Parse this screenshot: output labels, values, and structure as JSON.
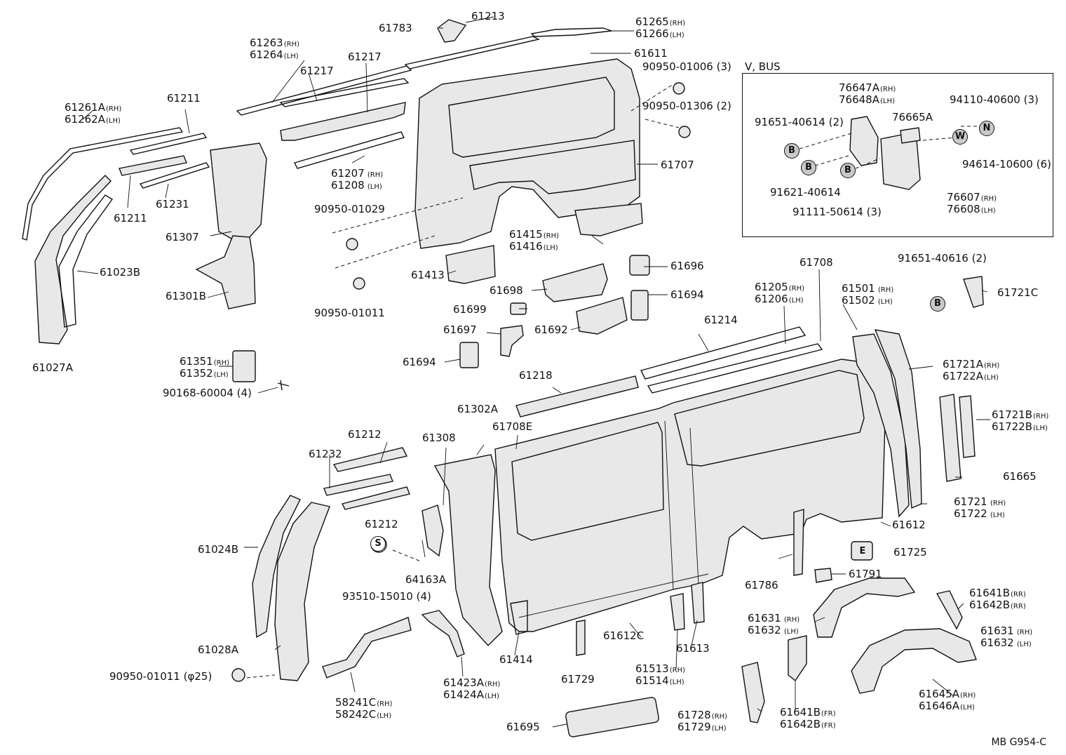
{
  "diagram": {
    "inset_title": "V, BUS",
    "drawing_code": "MB G954-C",
    "callouts": {
      "B": "B",
      "N": "N",
      "W": "W",
      "S": "S",
      "E": "E"
    },
    "labels": [
      {
        "id": "61783",
        "lines": [
          "61783"
        ]
      },
      {
        "id": "61213",
        "lines": [
          "61213"
        ]
      },
      {
        "id": "61265",
        "lines": [
          "61265",
          "61266"
        ],
        "sfx": [
          "(RH)",
          "(LH)"
        ]
      },
      {
        "id": "61263",
        "lines": [
          "61263",
          "61264"
        ],
        "sfx": [
          "(RH)",
          "(LH)"
        ]
      },
      {
        "id": "61611",
        "lines": [
          "61611"
        ]
      },
      {
        "id": "90950-01006",
        "lines": [
          "90950-01006 (3)"
        ]
      },
      {
        "id": "61217a",
        "lines": [
          "61217"
        ]
      },
      {
        "id": "61217b",
        "lines": [
          "61217"
        ]
      },
      {
        "id": "61261A",
        "lines": [
          "61261A",
          "61262A"
        ],
        "sfx": [
          "(RH)",
          "(LH)"
        ]
      },
      {
        "id": "61211a",
        "lines": [
          "61211"
        ]
      },
      {
        "id": "90950-01306",
        "lines": [
          "90950-01306 (2)"
        ]
      },
      {
        "id": "61207",
        "lines": [
          "61207",
          "61208"
        ],
        "sfx": [
          " (RH)",
          " (LH)"
        ]
      },
      {
        "id": "61707",
        "lines": [
          "61707"
        ]
      },
      {
        "id": "61231",
        "lines": [
          "61231"
        ]
      },
      {
        "id": "61211b",
        "lines": [
          "61211"
        ]
      },
      {
        "id": "90950-01029",
        "lines": [
          "90950-01029"
        ]
      },
      {
        "id": "61307",
        "lines": [
          "61307"
        ]
      },
      {
        "id": "61415",
        "lines": [
          "61415",
          "61416"
        ],
        "sfx": [
          "(RH)",
          "(LH)"
        ]
      },
      {
        "id": "61023B",
        "lines": [
          "61023B"
        ]
      },
      {
        "id": "61413",
        "lines": [
          "61413"
        ]
      },
      {
        "id": "61696",
        "lines": [
          "61696"
        ]
      },
      {
        "id": "61708",
        "lines": [
          "61708"
        ]
      },
      {
        "id": "91651-40616",
        "lines": [
          "91651-40616 (2)"
        ]
      },
      {
        "id": "61301B",
        "lines": [
          "61301B"
        ]
      },
      {
        "id": "90950-01011",
        "lines": [
          "90950-01011"
        ]
      },
      {
        "id": "61698",
        "lines": [
          "61698"
        ]
      },
      {
        "id": "61694a",
        "lines": [
          "61694"
        ]
      },
      {
        "id": "61205",
        "lines": [
          "61205",
          "61206"
        ],
        "sfx": [
          "(RH)",
          "(LH)"
        ]
      },
      {
        "id": "61501",
        "lines": [
          "61501",
          "61502"
        ],
        "sfx": [
          " (RH)",
          " (LH)"
        ]
      },
      {
        "id": "61721C",
        "lines": [
          "61721C"
        ]
      },
      {
        "id": "61699",
        "lines": [
          "61699"
        ]
      },
      {
        "id": "61692",
        "lines": [
          "61692"
        ]
      },
      {
        "id": "61214",
        "lines": [
          "61214"
        ]
      },
      {
        "id": "61697",
        "lines": [
          "61697"
        ]
      },
      {
        "id": "61027A",
        "lines": [
          "61027A"
        ]
      },
      {
        "id": "61694b",
        "lines": [
          "61694"
        ]
      },
      {
        "id": "61351",
        "lines": [
          "61351",
          "61352"
        ],
        "sfx": [
          "(RH)",
          "(LH)"
        ]
      },
      {
        "id": "61721A",
        "lines": [
          "61721A",
          "61722A"
        ],
        "sfx": [
          "(RH)",
          "(LH)"
        ]
      },
      {
        "id": "61218",
        "lines": [
          "61218"
        ]
      },
      {
        "id": "90168-60004",
        "lines": [
          "90168-60004 (4)"
        ]
      },
      {
        "id": "61721B",
        "lines": [
          "61721B",
          "61722B"
        ],
        "sfx": [
          "(RH)",
          "(LH)"
        ]
      },
      {
        "id": "61302A",
        "lines": [
          "61302A"
        ]
      },
      {
        "id": "61708E",
        "lines": [
          "61708E"
        ]
      },
      {
        "id": "61212a",
        "lines": [
          "61212"
        ]
      },
      {
        "id": "61308",
        "lines": [
          "61308"
        ]
      },
      {
        "id": "61232",
        "lines": [
          "61232"
        ]
      },
      {
        "id": "61665",
        "lines": [
          "61665"
        ]
      },
      {
        "id": "61721",
        "lines": [
          "61721",
          "61722"
        ],
        "sfx": [
          " (RH)",
          " (LH)"
        ]
      },
      {
        "id": "61212b",
        "lines": [
          "61212"
        ]
      },
      {
        "id": "61612",
        "lines": [
          "61612"
        ]
      },
      {
        "id": "61024B",
        "lines": [
          "61024B"
        ]
      },
      {
        "id": "61725",
        "lines": [
          "61725"
        ]
      },
      {
        "id": "64163A",
        "lines": [
          "64163A"
        ]
      },
      {
        "id": "61786",
        "lines": [
          "61786"
        ]
      },
      {
        "id": "61791",
        "lines": [
          "61791"
        ]
      },
      {
        "id": "93510-15010",
        "lines": [
          "93510-15010 (4)"
        ]
      },
      {
        "id": "61641B-RR",
        "lines": [
          "61641B",
          "61642B"
        ],
        "sfx": [
          "(RR)",
          "(RR)"
        ]
      },
      {
        "id": "61631a",
        "lines": [
          "61631",
          "61632"
        ],
        "sfx": [
          " (RH)",
          " (LH)"
        ]
      },
      {
        "id": "61612C",
        "lines": [
          "61612C"
        ]
      },
      {
        "id": "61613",
        "lines": [
          "61613"
        ]
      },
      {
        "id": "61631b",
        "lines": [
          "61631",
          "61632"
        ],
        "sfx": [
          " (RH)",
          " (LH)"
        ]
      },
      {
        "id": "61028A",
        "lines": [
          "61028A"
        ]
      },
      {
        "id": "61414",
        "lines": [
          "61414"
        ]
      },
      {
        "id": "61513",
        "lines": [
          "61513",
          "61514"
        ],
        "sfx": [
          "(RH)",
          "(LH)"
        ]
      },
      {
        "id": "90950-01011-phi25",
        "lines": [
          "90950-01011 (φ25)"
        ]
      },
      {
        "id": "61729",
        "lines": [
          "61729"
        ]
      },
      {
        "id": "61423A",
        "lines": [
          "61423A",
          "61424A"
        ],
        "sfx": [
          "(RH)",
          "(LH)"
        ]
      },
      {
        "id": "58241C",
        "lines": [
          "58241C",
          "58242C"
        ],
        "sfx": [
          "(RH)",
          "(LH)"
        ]
      },
      {
        "id": "61645A",
        "lines": [
          "61645A",
          "61646A"
        ],
        "sfx": [
          "(RH)",
          "(LH)"
        ]
      },
      {
        "id": "61728",
        "lines": [
          "61728",
          "61729"
        ],
        "sfx": [
          "(RH)",
          "(LH)"
        ]
      },
      {
        "id": "61641B-FR",
        "lines": [
          "61641B",
          "61642B"
        ],
        "sfx": [
          "(FR)",
          "(FR)"
        ]
      },
      {
        "id": "61695",
        "lines": [
          "61695"
        ]
      },
      {
        "id": "76647A",
        "lines": [
          "76647A",
          "76648A"
        ],
        "sfx": [
          "(RH)",
          "(LH)"
        ]
      },
      {
        "id": "94110-40600",
        "lines": [
          "94110-40600 (3)"
        ]
      },
      {
        "id": "76665A",
        "lines": [
          "76665A"
        ]
      },
      {
        "id": "91651-40614",
        "lines": [
          "91651-40614 (2)"
        ]
      },
      {
        "id": "94614-10600",
        "lines": [
          "94614-10600 (6)"
        ]
      },
      {
        "id": "91621-40614",
        "lines": [
          "91621-40614"
        ]
      },
      {
        "id": "76607",
        "lines": [
          "76607",
          "76608"
        ],
        "sfx": [
          "(RH)",
          "(LH)"
        ]
      },
      {
        "id": "91111-50614",
        "lines": [
          "91111-50614 (3)"
        ]
      }
    ]
  }
}
